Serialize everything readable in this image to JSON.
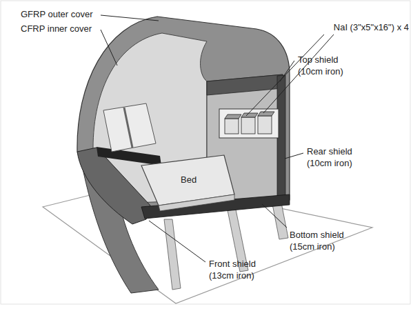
{
  "diagram": {
    "labels": [
      "GFRP outer cover",
      "CFRP inner cover",
      "NaI (3\"x5\"x16\") x 4",
      "Top shield (10cm iron)",
      "Rear shield (10cm iron)",
      "Bed",
      "Bottom shield (15cm iron)",
      "Front shield (13cm iron)"
    ]
  }
}
